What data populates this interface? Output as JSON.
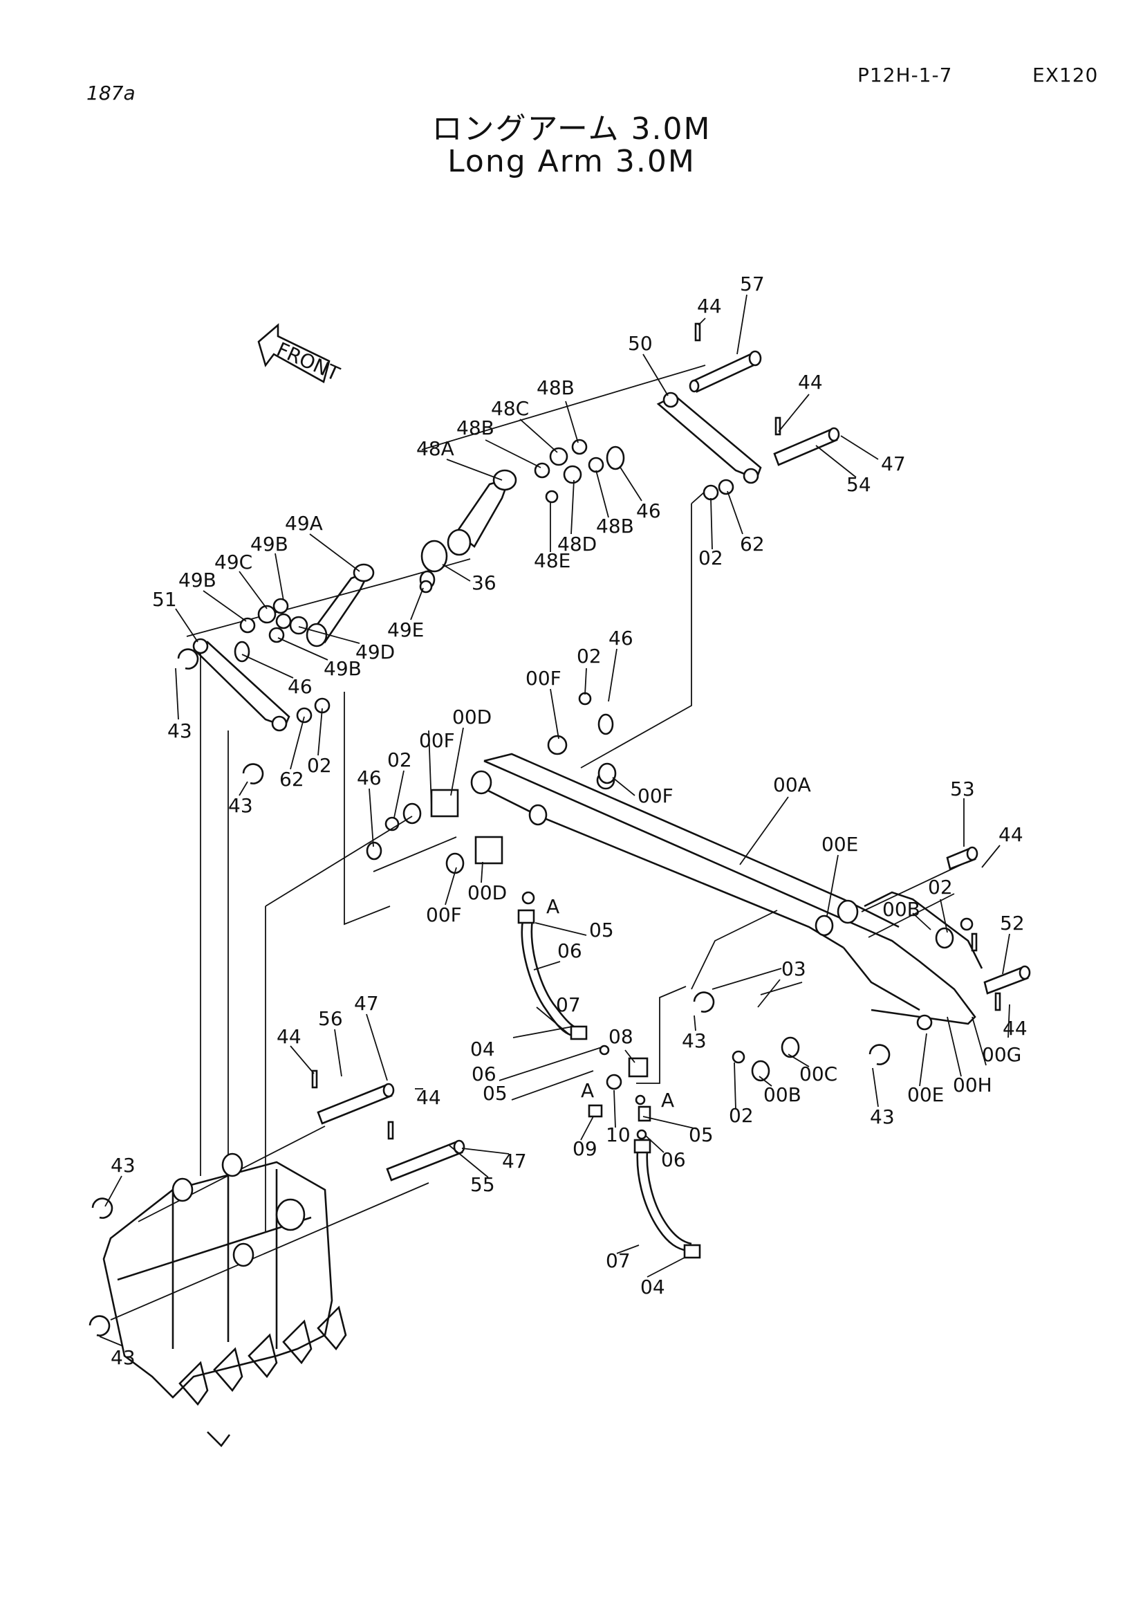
{
  "header": {
    "page_number": "187a",
    "page_code": "P12H-1-7",
    "model": "EX120"
  },
  "title": {
    "japanese": "ロングアーム 3.0M",
    "english": "Long Arm 3.0M"
  },
  "front_marker": "FRONT",
  "callouts": [
    "57",
    "44",
    "50",
    "48B",
    "48C",
    "48B",
    "48A",
    "44",
    "47",
    "54",
    "46",
    "48B",
    "48D",
    "48E",
    "62",
    "02",
    "49A",
    "49B",
    "49C",
    "49B",
    "51",
    "36",
    "49E",
    "49D",
    "49B",
    "46",
    "43",
    "62",
    "02",
    "43",
    "46",
    "02",
    "00F",
    "00F",
    "00D",
    "02",
    "46",
    "00F",
    "00A",
    "00E",
    "53",
    "44",
    "00F",
    "00D",
    "02",
    "00B",
    "52",
    "A",
    "05",
    "06",
    "07",
    "03",
    "44",
    "43",
    "00G",
    "04",
    "08",
    "47",
    "56",
    "44",
    "06",
    "05",
    "A",
    "A",
    "02",
    "00B",
    "00C",
    "43",
    "00E",
    "00H",
    "44",
    "05",
    "09",
    "10",
    "06",
    "47",
    "55",
    "43",
    "07",
    "04",
    "43"
  ]
}
